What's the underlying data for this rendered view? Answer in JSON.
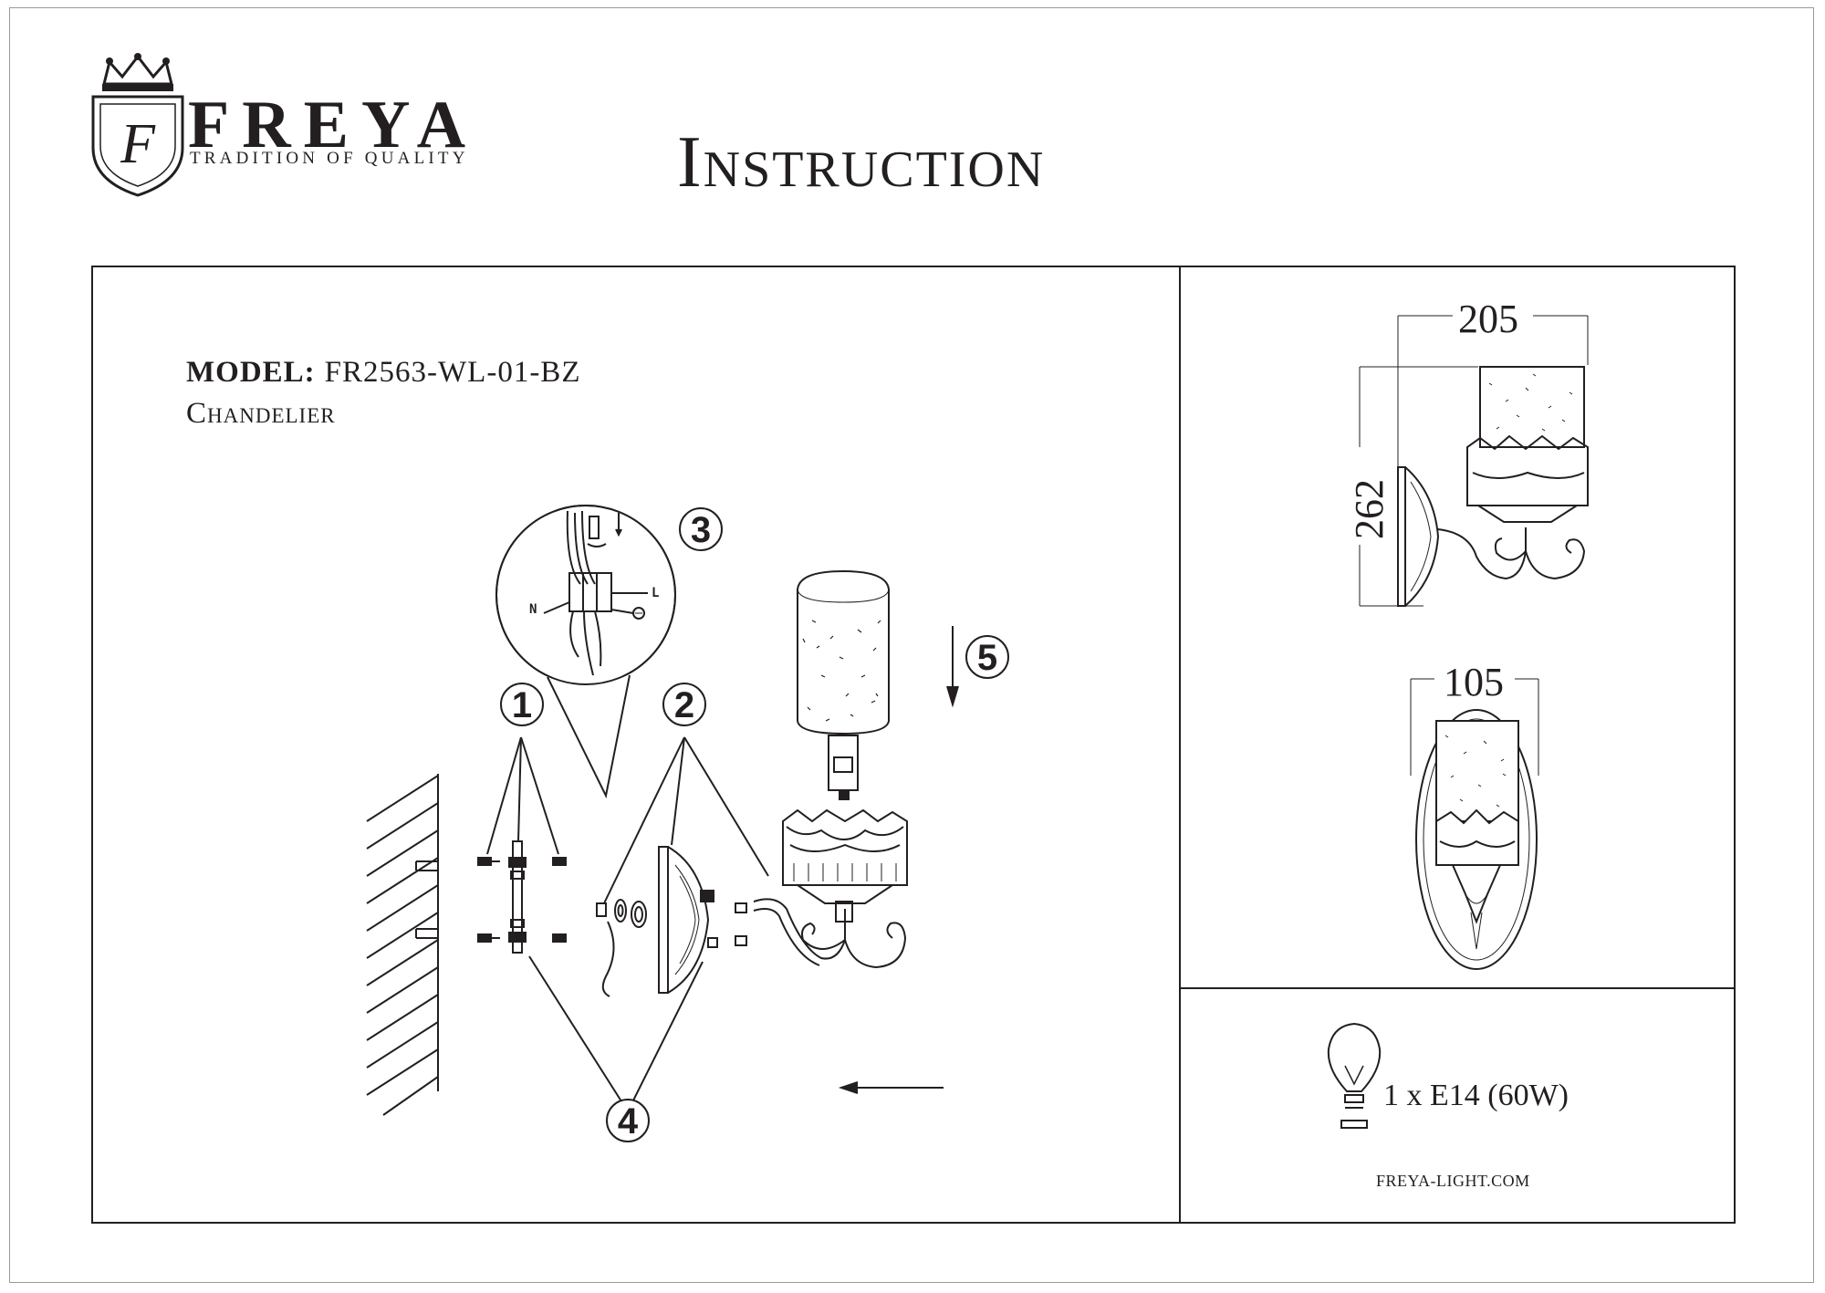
{
  "brand": {
    "name": "FREYA",
    "tagline": "TRADITION OF QUALITY"
  },
  "document": {
    "title": "Instruction"
  },
  "product": {
    "model_label": "MODEL:",
    "model_value": "FR2563-WL-01-BZ",
    "type": "Chandelier"
  },
  "steps": [
    "1",
    "2",
    "3",
    "4",
    "5"
  ],
  "wiring_labels": {
    "neutral": "N",
    "live": "L"
  },
  "dimensions": {
    "width": "205",
    "height": "262",
    "depth": "105"
  },
  "bulb": {
    "spec": "1 x E14 (60W)",
    "icon": "light-bulb-icon"
  },
  "footer": {
    "website": "FREYA-LIGHT.COM"
  },
  "colors": {
    "ink": "#231f20",
    "border": "#9a9a9a"
  }
}
